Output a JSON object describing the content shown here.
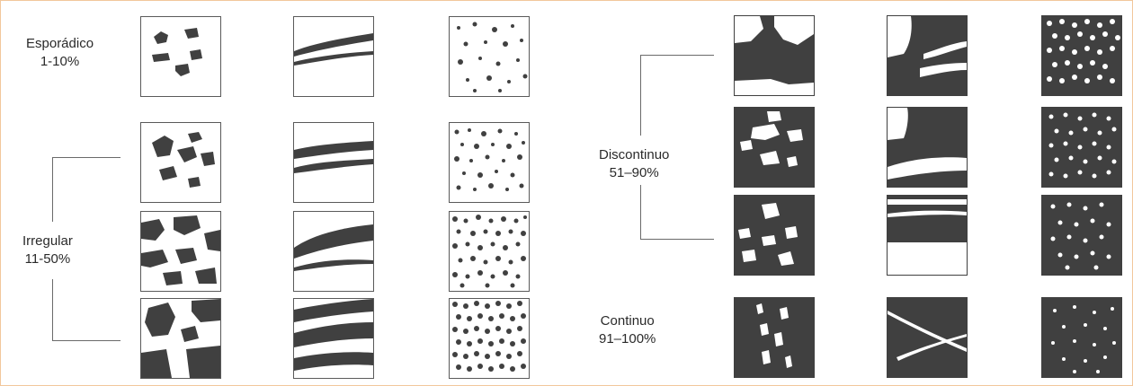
{
  "categories": [
    {
      "name": "Esporádico",
      "range": "1-10%"
    },
    {
      "name": "Irregular",
      "range": "11-50%"
    },
    {
      "name": "Discontinuo",
      "range": "51–90%"
    },
    {
      "name": "Continuo",
      "range": "91–100%"
    }
  ],
  "colors": {
    "fill": "#404040",
    "paper": "#ffffff",
    "border": "#f2c79b",
    "line": "#6a6a6a"
  }
}
